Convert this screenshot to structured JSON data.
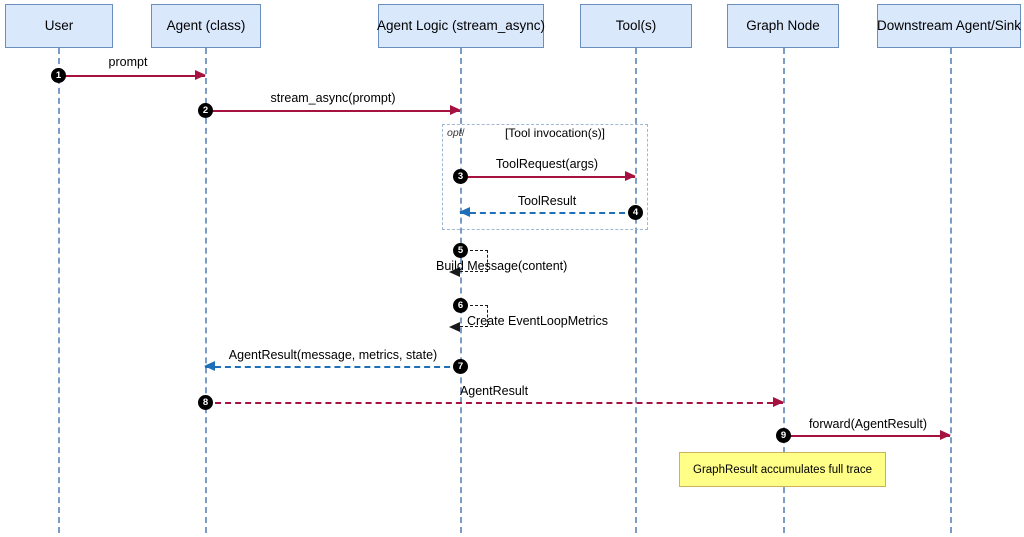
{
  "diagram": {
    "type": "uml-sequence-diagram",
    "colors": {
      "participant_fill": "#dae8fc",
      "participant_stroke": "#6c8ebf",
      "lifeline": "#7a9cc6",
      "call_arrow": "#a6123f",
      "return_arrow": "#1d6fb8",
      "self_arrow": "#1a1a1a",
      "note_fill": "#ffff88",
      "note_stroke": "#c9b458",
      "badge_fill": "#000000",
      "badge_text": "#ffffff"
    },
    "participants": [
      {
        "id": "user",
        "label": "User"
      },
      {
        "id": "agent",
        "label": "Agent (class)"
      },
      {
        "id": "agentlogic",
        "label": "Agent Logic (stream_async)"
      },
      {
        "id": "tools",
        "label": "Tool(s)"
      },
      {
        "id": "graphnode",
        "label": "Graph Node"
      },
      {
        "id": "downstream",
        "label": "Downstream Agent/Sink"
      }
    ],
    "fragment": {
      "kind": "opt",
      "kind_label": "opt",
      "condition": "[Tool invocation(s)]"
    },
    "messages": [
      {
        "seq": "1",
        "label": "prompt",
        "from": "user",
        "to": "agent",
        "style": "solid",
        "color": "call",
        "kind": "call"
      },
      {
        "seq": "2",
        "label": "stream_async(prompt)",
        "from": "agent",
        "to": "agentlogic",
        "style": "solid",
        "color": "call",
        "kind": "call"
      },
      {
        "seq": "3",
        "label": "ToolRequest(args)",
        "from": "agentlogic",
        "to": "tools",
        "style": "solid",
        "color": "call",
        "kind": "call"
      },
      {
        "seq": "4",
        "label": "ToolResult",
        "from": "tools",
        "to": "agentlogic",
        "style": "dashed",
        "color": "return",
        "kind": "return"
      },
      {
        "seq": "5",
        "label": "Build Message(content)",
        "from": "agentlogic",
        "to": "agentlogic",
        "style": "dashed",
        "color": "self",
        "kind": "self"
      },
      {
        "seq": "6",
        "label": "Create EventLoopMetrics",
        "from": "agentlogic",
        "to": "agentlogic",
        "style": "dashed",
        "color": "self",
        "kind": "self"
      },
      {
        "seq": "7",
        "label": "AgentResult(message, metrics, state)",
        "from": "agentlogic",
        "to": "agent",
        "style": "dashed",
        "color": "return",
        "kind": "return"
      },
      {
        "seq": "8",
        "label": "AgentResult",
        "from": "agent",
        "to": "graphnode",
        "style": "dashed",
        "color": "call",
        "kind": "return"
      },
      {
        "seq": "9",
        "label": "forward(AgentResult)",
        "from": "graphnode",
        "to": "downstream",
        "style": "solid",
        "color": "call",
        "kind": "call"
      }
    ],
    "notes": [
      {
        "id": "graphresult-note",
        "text": "GraphResult accumulates full trace",
        "attached_to": "graphnode"
      }
    ]
  }
}
